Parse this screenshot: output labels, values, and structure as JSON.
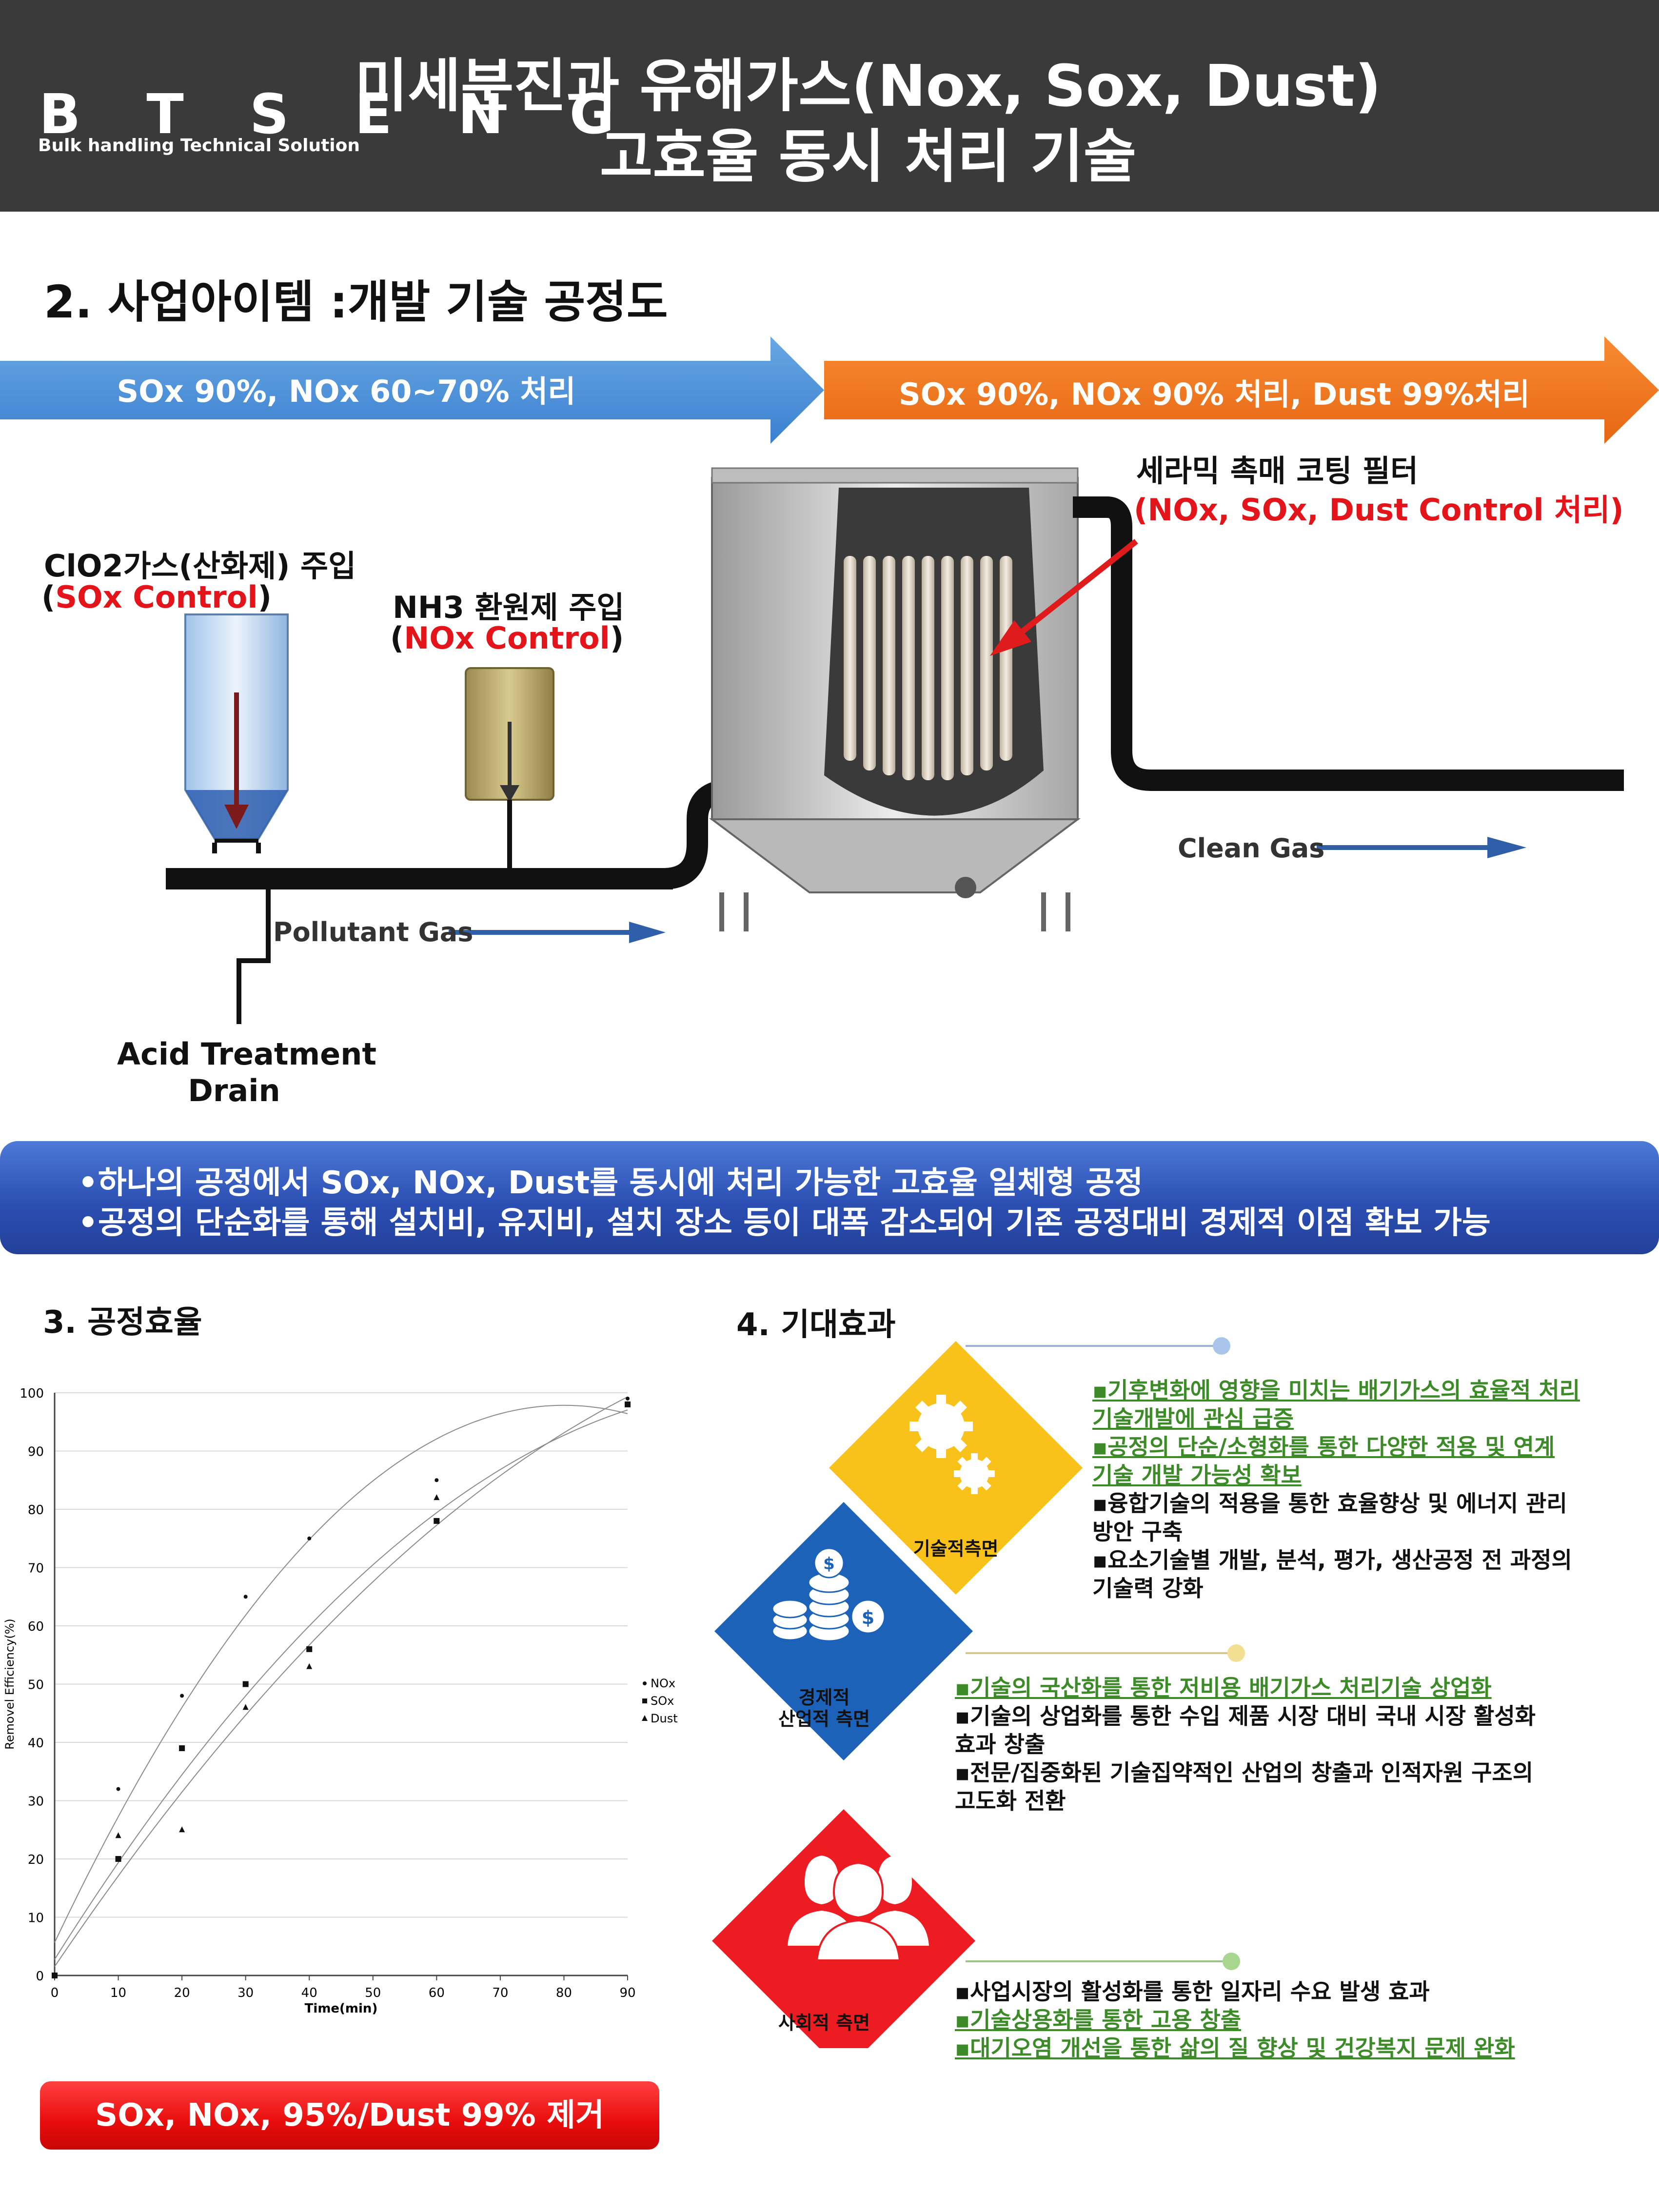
{
  "header": {
    "logo": "B T S  E N G",
    "logo_sub": "Bulk handling Technical Solution",
    "title_line1": "미세분진과 유해가스(Nox, Sox, Dust)",
    "title_line2": "고효율 동시 처리 기술"
  },
  "section2": {
    "heading": "2. 사업아이템 :개발 기술 공정도",
    "arrow_left": "SOx 90%, NOx 60~70% 처리",
    "arrow_right": "SOx 90%, NOx 90% 처리, Dust 99%처리",
    "filter_label": "세라믹 촉매 코팅 필터",
    "filter_control": "(NOx, SOx, Dust Control 처리)",
    "clo2_label": "ClO2가스(산화제) 주입",
    "clo2_control_open": "(",
    "clo2_control": "SOx Control",
    "clo2_control_close": ")",
    "nh3_label": "NH3 환원제 주입",
    "nh3_control_open": "(",
    "nh3_control": "NOx Control",
    "nh3_control_close": ")",
    "clean_gas": "Clean Gas",
    "pollutant_gas": "Pollutant Gas",
    "acid_line1": "Acid Treatment",
    "acid_line2": "Drain"
  },
  "banner": {
    "line1": "•하나의 공정에서 SOx, NOx, Dust를 동시에 처리 가능한 고효율 일체형 공정",
    "line2": "•공정의 단순화를 통해 설치비, 유지비, 설치 장소 등이 대폭 감소되어 기존 공정대비 경제적 이점 확보 가능"
  },
  "section3": {
    "heading": "3. 공정효율",
    "result": "SOx, NOx, 95%/Dust 99% 제거"
  },
  "chart_data": {
    "type": "scatter",
    "xlabel": "Time(min)",
    "ylabel": "Removel Efficiency(%)",
    "xlim": [
      0,
      90
    ],
    "ylim": [
      0,
      100
    ],
    "xticks": [
      "0",
      "10",
      "20",
      "30",
      "40",
      "50",
      "60",
      "70",
      "80",
      "90"
    ],
    "yticks": [
      "0",
      "10",
      "20",
      "30",
      "40",
      "50",
      "60",
      "70",
      "80",
      "90",
      "100"
    ],
    "grid": true,
    "legend": "right",
    "series": [
      {
        "name": "NOx",
        "marker": "dot",
        "x": [
          0,
          10,
          20,
          30,
          40,
          60,
          90
        ],
        "y": [
          0,
          32,
          48,
          65,
          75,
          85,
          99
        ]
      },
      {
        "name": "SOx",
        "marker": "square",
        "x": [
          0,
          10,
          20,
          30,
          40,
          60,
          90
        ],
        "y": [
          0,
          20,
          39,
          50,
          56,
          78,
          98
        ]
      },
      {
        "name": "Dust",
        "marker": "triangle",
        "x": [
          0,
          10,
          20,
          30,
          40,
          60,
          90
        ],
        "y": [
          0,
          24,
          25,
          46,
          53,
          82,
          98
        ]
      }
    ]
  },
  "section4": {
    "heading": "4. 기대효과",
    "tech_label": "기술적측면",
    "econ_label1": "경제적",
    "econ_label2": "산업적 측면",
    "social_label": "사회적 측면",
    "tech_items": [
      {
        "text": "▪기후변화에 영향을 미치는 배기가스의 효율적 처리",
        "green": true
      },
      {
        "text": "  기술개발에 관심 급증",
        "green": true
      },
      {
        "text": "▪공정의 단순/소형화를 통한 다양한 적용 및 연계",
        "green": true
      },
      {
        "text": "  기술 개발 가능성 확보",
        "green": true
      },
      {
        "text": "▪융합기술의 적용을 통한 효율향상 및 에너지 관리",
        "green": false
      },
      {
        "text": "  방안 구축",
        "green": false
      },
      {
        "text": "▪요소기술별 개발, 분석, 평가, 생산공정 전 과정의",
        "green": false
      },
      {
        "text": "  기술력 강화",
        "green": false
      }
    ],
    "econ_items": [
      {
        "text": "▪기술의 국산화를 통한 저비용 배기가스 처리기술 상업화",
        "green": true
      },
      {
        "text": "▪기술의 상업화를 통한 수입 제품 시장 대비 국내 시장 활성화",
        "green": false
      },
      {
        "text": "  효과 창출",
        "green": false
      },
      {
        "text": "▪전문/집중화된 기술집약적인 산업의 창출과 인적자원 구조의",
        "green": false
      },
      {
        "text": "  고도화 전환",
        "green": false
      }
    ],
    "social_items": [
      {
        "text": "▪사업시장의 활성화를 통한 일자리 수요 발생 효과",
        "green": false
      },
      {
        "text": "▪기술상용화를 통한 고용 창출",
        "green": true
      },
      {
        "text": "▪대기오염 개선을 통한 삶의 질 향상 및 건강복지 문제 완화",
        "green": true
      }
    ]
  }
}
